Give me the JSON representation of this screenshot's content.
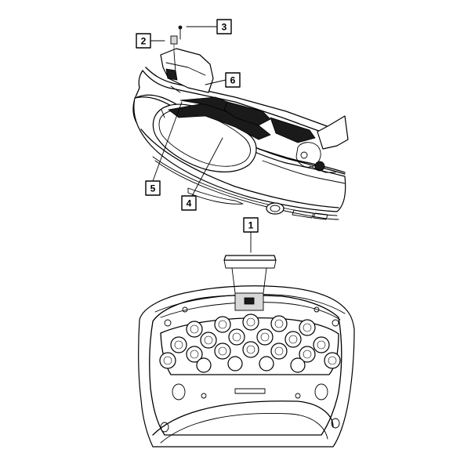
{
  "callouts": [
    {
      "id": "c1",
      "label": "1"
    },
    {
      "id": "c2",
      "label": "2"
    },
    {
      "id": "c3",
      "label": "3"
    },
    {
      "id": "c4",
      "label": "4"
    },
    {
      "id": "c5",
      "label": "5"
    },
    {
      "id": "c6",
      "label": "6"
    }
  ],
  "colors": {
    "line": "#000000",
    "background": "#ffffff"
  }
}
